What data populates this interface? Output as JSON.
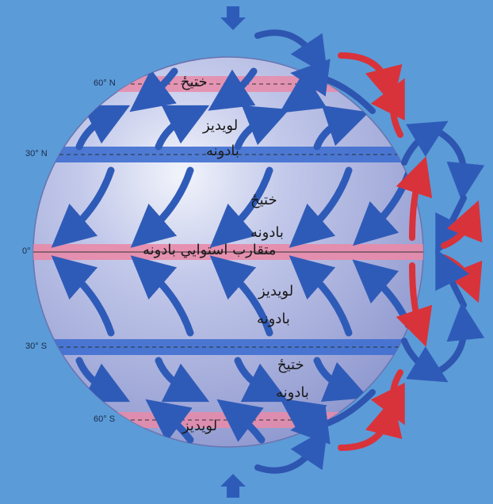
{
  "latitudes": {
    "n60": "60° N",
    "n30": "30° N",
    "eq": "0°",
    "s30": "30° S",
    "s60": "60° S"
  },
  "labels": {
    "polar_front_north": "ختیځ",
    "westerlies_north_1": "لویدیز",
    "westerlies_north_2": "بادونه",
    "easterlies_trade_north_1": "ختیځ",
    "easterlies_trade_north_2": "بادونه",
    "itcz": "متقارب استوایي بادونه",
    "westerlies_south_1": "لویدیز",
    "westerlies_south_2": "بادونه",
    "easterlies_trade_south_1": "ختیځ",
    "easterlies_trade_south_2": "بادونه",
    "polar_south": "لویدیز"
  },
  "colors": {
    "background": "#5b9bd8",
    "globe": "#a9b4e0",
    "low_pressure_band": "#e98aa8",
    "high_pressure_band": "#3f6fd0",
    "wind_arrow": "#2f5bb8",
    "warm_arrow": "#d8333a",
    "cool_arrow": "#2e55b0"
  }
}
